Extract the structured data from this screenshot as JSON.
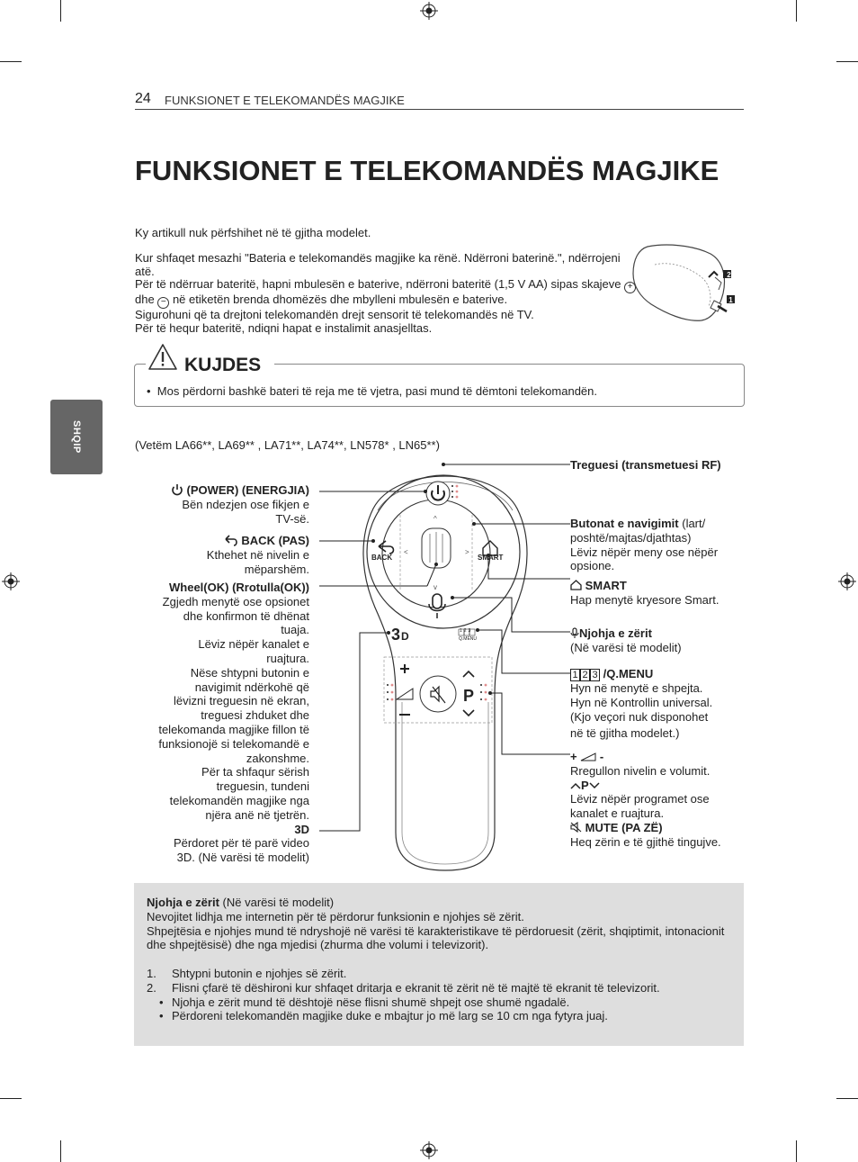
{
  "header": {
    "page_number": "24",
    "section_title": "FUNKSIONET E TELEKOMANDËS MAGJIKE"
  },
  "title": "FUNKSIONET E TELEKOMANDËS MAGJIKE",
  "intro": {
    "line1": "Ky artikull nuk përfshihet në të gjitha modelet.",
    "para2_a": "Kur shfaqet mesazhi \"Bateria e telekomandës magjike ka rënë. Ndërroni baterinë.\", ndërrojeni atë.",
    "para2_b": "Për të ndërruar bateritë, hapni mbulesën e baterive, ndërroni bateritë (1,5 V AA) sipas skajeve",
    "plus_symbol": "+",
    "para2_dhe": "dhe",
    "minus_symbol": "−",
    "para2_c": "në etiketën brenda dhomëzës dhe mbylleni mbulesën e baterive.",
    "para2_d": "Sigurohuni që ta drejtoni telekomandën drejt sensorit të telekomandës në TV.",
    "para2_e": "Për të hequr bateritë, ndiqni hapat e instalimit anasjelltas."
  },
  "battery_figure": {
    "step1": "1",
    "step2": "2"
  },
  "caution": {
    "title": "KUJDES",
    "bullet": "•",
    "text": "Mos përdorni bashkë bateri të reja me të vjetra, pasi mund të dëmtoni telekomandën."
  },
  "side_tab": {
    "label": "SHQIP"
  },
  "models_note": "(Vetëm LA66**, LA69** , LA71**, LA74**, LN578* , LN65**)",
  "left_labels": {
    "power_title": "(POWER) (ENERGJIA)",
    "power_desc_1": "Bën ndezjen ose fikjen e",
    "power_desc_2": "TV-së.",
    "back_title": "BACK (PAS)",
    "back_desc_1": "Kthehet në nivelin e",
    "back_desc_2": "mëparshëm.",
    "wheel_title": "Wheel(OK) (Rrotulla(OK))",
    "wheel_lines": [
      "Zgjedh menytë ose opsionet",
      "dhe konfirmon të dhënat",
      "tuaja.",
      "Lëviz nëpër kanalet e",
      "ruajtura.",
      "Nëse shtypni butonin e",
      "navigimit ndërkohë që",
      "lëvizni treguesin në ekran,",
      "treguesi zhduket dhe",
      "telekomanda magjike fillon të",
      "funksionojë si telekomandë e",
      "zakonshme.",
      "Për ta shfaqur sërish",
      "treguesin, tundeni",
      "telekomandën magjike nga",
      "njëra anë në tjetrën."
    ],
    "three_d_title": "3D",
    "three_d_desc_1": "Përdoret për të parë video",
    "three_d_desc_2": "3D. (Në varësi të modelit)"
  },
  "right_labels": {
    "pointer_title": "Treguesi (transmetuesi RF)",
    "nav_title": "Butonat e navigimit",
    "nav_paren": " (lart/",
    "nav_desc_1": "poshtë/majtas/djathtas)",
    "nav_desc_2": "Lëviz nëpër meny ose nëpër",
    "nav_desc_3": "opsione.",
    "smart_title": "SMART",
    "smart_desc": "Hap menytë kryesore Smart.",
    "voice_title": "Njohja e zërit",
    "voice_desc": "(Në varësi të modelit)",
    "qmenu_digits": [
      "1",
      "2",
      "3"
    ],
    "qmenu_title": "/Q.MENU",
    "qmenu_lines": [
      "Hyn në menytë e shpejta.",
      "Hyn në Kontrollin universal.",
      "(Kjo veçori nuk disponohet",
      "në të gjitha modelet.)"
    ],
    "vol_plus": "+",
    "vol_minus": "-",
    "vol_desc": "Rregullon nivelin e volumit.",
    "prog_label": "P",
    "prog_desc_1": "Lëviz nëpër programet ose",
    "prog_desc_2": "kanalet e ruajtura.",
    "mute_title": "MUTE (PA ZË)",
    "mute_desc": "Heq zërin e të gjithë tingujve."
  },
  "remote": {
    "back_label": "BACK",
    "smart_label": "SMART",
    "three_d_button": "3D",
    "qmenu_small": "Q.MENU",
    "qmenu_small_digits": "123",
    "p_button": "P"
  },
  "voice_note": {
    "title": "Njohja e zërit",
    "title_paren": " (Në varësi të modelit)",
    "line1": "Nevojitet lidhja me internetin për të përdorur funksionin e njohjes së zërit.",
    "line2": "Shpejtësia e njohjes mund të ndryshojë në varësi të karakteristikave të përdoruesit (zërit, shqiptimit, intonacionit dhe shpejtësisë) dhe nga mjedisi (zhurma dhe volumi i televizorit).",
    "steps": [
      {
        "num": "1.",
        "text": "Shtypni butonin e njohjes së zërit."
      },
      {
        "num": "2.",
        "text": "Flisni çfarë të dëshironi kur shfaqet dritarja e ekranit të zërit në të majtë të ekranit të televizorit."
      }
    ],
    "bullets": [
      "Njohja e zërit mund të dështojë nëse flisni shumë shpejt ose shumë ngadalë.",
      "Përdoreni telekomandën magjike duke e mbajtur jo më larg se 10 cm nga fytyra juaj."
    ],
    "bullet_char": "•"
  },
  "colors": {
    "tab_bg": "#666666",
    "note_bg": "#dedede",
    "text": "#222222"
  }
}
